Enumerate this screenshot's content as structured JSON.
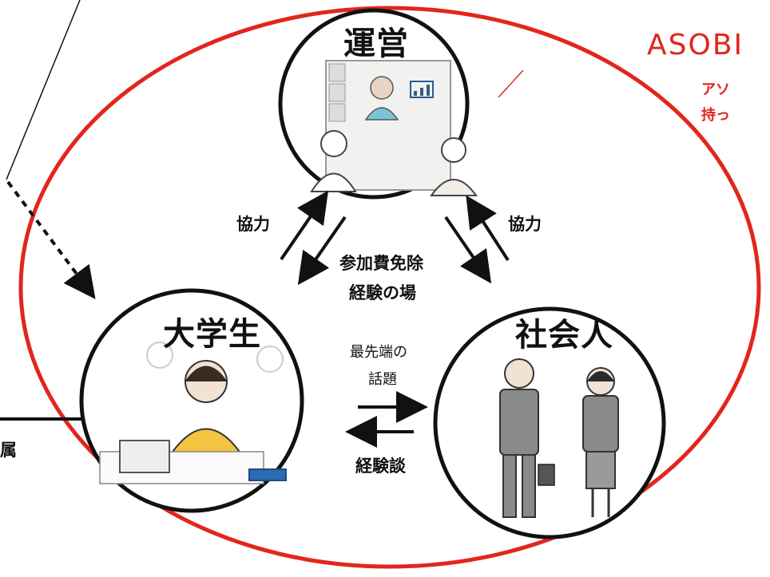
{
  "nodes": {
    "management": {
      "title": "運営"
    },
    "students": {
      "title": "大学生"
    },
    "professionals": {
      "title": "社会人"
    }
  },
  "edges": {
    "left_cooperation": "協力",
    "right_cooperation": "協力",
    "benefit_line1": "参加費免除",
    "benefit_line2": "経験の場",
    "topics_line1": "最先端の",
    "topics_line2": "話題",
    "experience": "経験談"
  },
  "brand": {
    "name": "ASOBI",
    "sub_line1": "アソ",
    "sub_line2": "持っ"
  },
  "left_partial_text": "属",
  "colors": {
    "ring": "#e2261d",
    "ink": "#111111"
  }
}
